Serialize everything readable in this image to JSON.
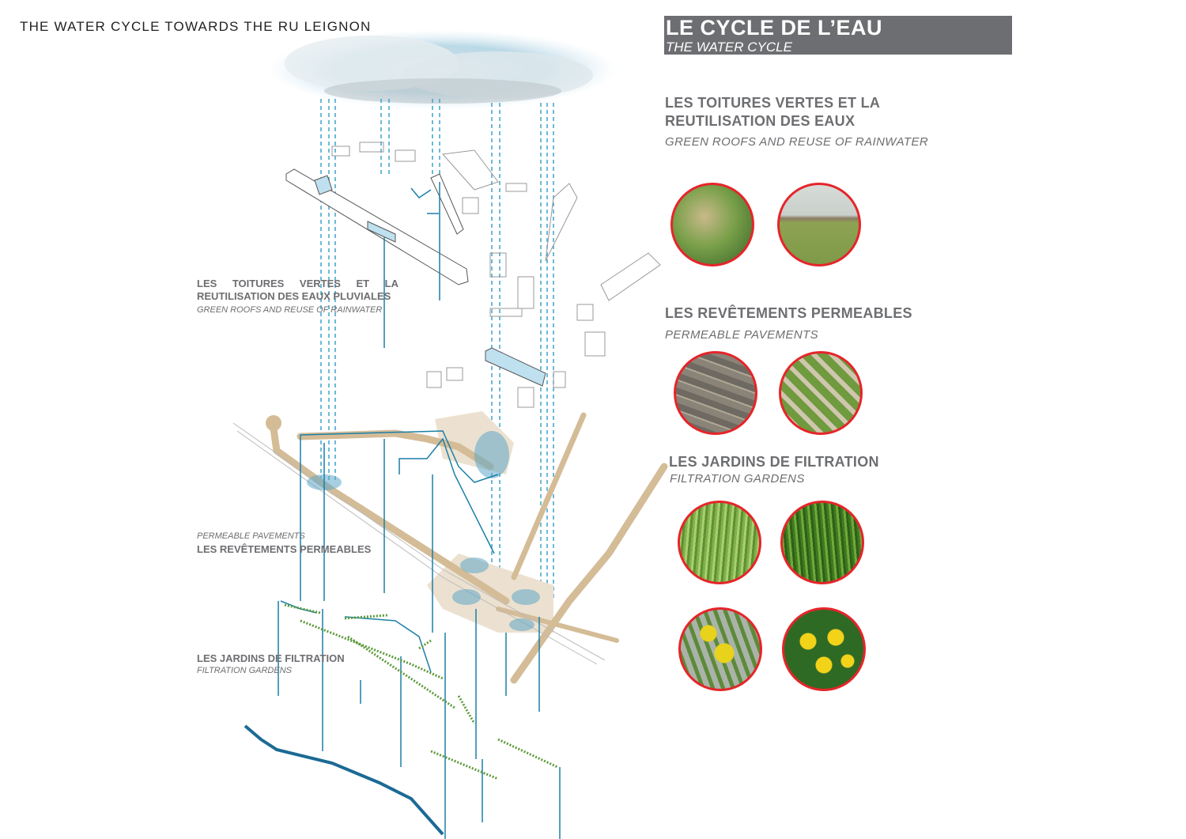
{
  "title": "THE WATER CYCLE TOWARDS THE RU LEIGNON",
  "header": {
    "title_fr": "LE CYCLE DE L’EAU",
    "title_en": "THE WATER CYCLE"
  },
  "colors": {
    "header_bg": "#6d6e71",
    "photo_border": "#e5252a",
    "water": "#1b7fa8",
    "road": "#d4bc97",
    "vegetation": "#5b9a3a"
  },
  "legend": [
    {
      "title_fr": "LES TOITURES VERTES ET LA REUTILISATION DES EAUX",
      "title_en": "GREEN ROOFS AND REUSE OF RAINWATER",
      "photos": [
        "green-roof-slope-photo",
        "green-roof-flat-photo"
      ]
    },
    {
      "title_fr": "LES REVÊTEMENTS PERMEABLES",
      "title_en": "PERMEABLE PAVEMENTS",
      "photos": [
        "cobblestone-photo",
        "grass-paver-photo"
      ]
    },
    {
      "title_fr": "LES JARDINS DE FILTRATION",
      "title_en": "FILTRATION GARDENS",
      "photos": [
        "cattail-photo",
        "reeds-photo",
        "yellow-iris-photo",
        "marsh-marigold-photo"
      ]
    }
  ],
  "diagram_labels": {
    "roofs_fr": "LES TOITURES VERTES ET LA REUTILISATION DES EAUX PLUVIALES",
    "roofs_en": "GREEN ROOFS AND REUSE OF RAINWATER",
    "pavements_en": "PERMEABLE PAVEMENTS",
    "pavements_fr": "LES REVÊTEMENTS PERMEABLES",
    "gardens_fr": "LES JARDINS DE FILTRATION",
    "gardens_en": "FILTRATION GARDENS"
  }
}
